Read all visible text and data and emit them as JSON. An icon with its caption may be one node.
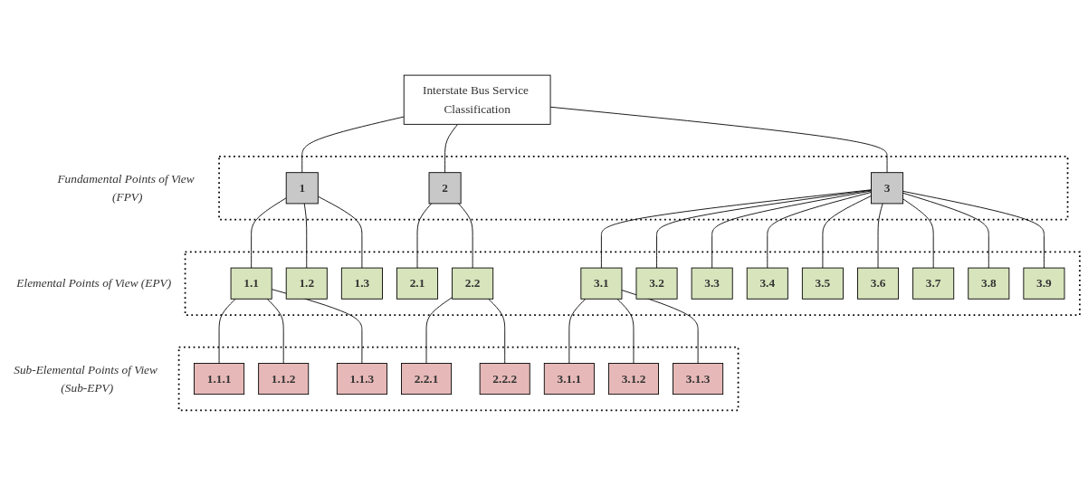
{
  "diagram": {
    "nodes": [
      {
        "text": [
          "Interstate Bus Service Classification"
        ]
      },
      {
        "text": [
          "Fundamental Points of View (FPV)"
        ]
      },
      {
        "text": [
          "1"
        ],
        "in": 1
      },
      {
        "text": [
          "2"
        ],
        "in": 1
      },
      {
        "text": [
          "3"
        ],
        "in": 1
      },
      {
        "text": [
          "Elemental Points of View (EPV)"
        ]
      },
      {
        "text": [
          "1.1"
        ],
        "in": 5
      },
      {
        "text": [
          "1.2"
        ],
        "in": 5
      },
      {
        "text": [
          "1.3"
        ],
        "in": 5
      },
      {
        "text": [
          "2.1"
        ],
        "in": 5
      },
      {
        "text": [
          "2.2"
        ],
        "in": 5
      },
      {
        "text": [
          "3.1"
        ],
        "in": 5
      },
      {
        "text": [
          "3.2"
        ],
        "in": 5
      },
      {
        "text": [
          "3.3"
        ],
        "in": 5
      },
      {
        "text": [
          "3.4"
        ],
        "in": 5
      },
      {
        "text": [
          "3.5"
        ],
        "in": 5
      },
      {
        "text": [
          "3.6"
        ],
        "in": 5
      },
      {
        "text": [
          "3.7"
        ],
        "in": 5
      },
      {
        "text": [
          "3.8"
        ],
        "in": 5
      },
      {
        "text": [
          "3.9"
        ],
        "in": 5
      },
      {
        "text": [
          "Sub-Elemental Points of View (Sub-EPV)"
        ]
      },
      {
        "text": [
          "1.1.1"
        ],
        "in": 20
      },
      {
        "text": [
          "1.1.2"
        ],
        "in": 20
      },
      {
        "text": [
          "1.1.3"
        ],
        "in": 20
      },
      {
        "text": [
          "2.2.1"
        ],
        "in": 20
      },
      {
        "text": [
          "2.2.2"
        ],
        "in": 20
      },
      {
        "text": [
          "3.1.1"
        ],
        "in": 20
      },
      {
        "text": [
          "3.1.2"
        ],
        "in": 20
      },
      {
        "text": [
          "3.1.3"
        ],
        "in": 20
      }
    ],
    "edges": [
      {
        "from": 0,
        "to": 2,
        "arrow": "none"
      },
      {
        "from": 0,
        "to": 3,
        "arrow": "none"
      },
      {
        "from": 0,
        "to": 4,
        "arrow": "none"
      },
      {
        "from": 2,
        "to": 6,
        "arrow": "none"
      },
      {
        "from": 2,
        "to": 7,
        "arrow": "none"
      },
      {
        "from": 2,
        "to": 8,
        "arrow": "none"
      },
      {
        "from": 3,
        "to": 9,
        "arrow": "none"
      },
      {
        "from": 3,
        "to": 10,
        "arrow": "none"
      },
      {
        "from": 4,
        "to": 11,
        "arrow": "none"
      },
      {
        "from": 4,
        "to": 12,
        "arrow": "none"
      },
      {
        "from": 4,
        "to": 13,
        "arrow": "none"
      },
      {
        "from": 4,
        "to": 14,
        "arrow": "none"
      },
      {
        "from": 4,
        "to": 15,
        "arrow": "none"
      },
      {
        "from": 4,
        "to": 16,
        "arrow": "none"
      },
      {
        "from": 4,
        "to": 17,
        "arrow": "none"
      },
      {
        "from": 4,
        "to": 18,
        "arrow": "none"
      },
      {
        "from": 4,
        "to": 19,
        "arrow": "none"
      },
      {
        "from": 6,
        "to": 21,
        "arrow": "none"
      },
      {
        "from": 6,
        "to": 22,
        "arrow": "none"
      },
      {
        "from": 6,
        "to": 23,
        "arrow": "none"
      },
      {
        "from": 10,
        "to": 24,
        "arrow": "none"
      },
      {
        "from": 10,
        "to": 25,
        "arrow": "none"
      },
      {
        "from": 11,
        "to": 26,
        "arrow": "none"
      },
      {
        "from": 11,
        "to": 27,
        "arrow": "none"
      },
      {
        "from": 11,
        "to": 28,
        "arrow": "none"
      }
    ]
  }
}
